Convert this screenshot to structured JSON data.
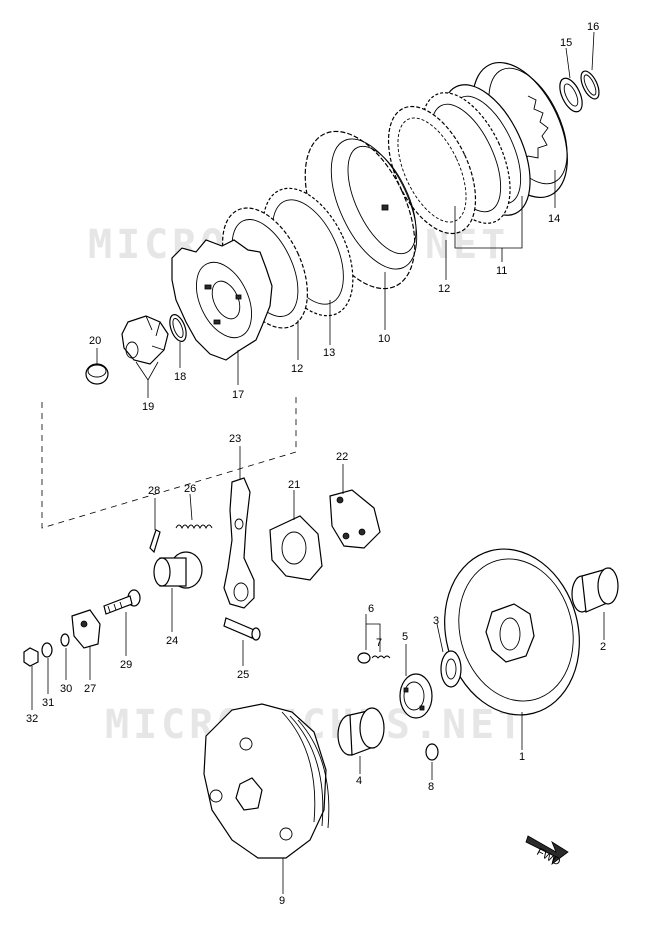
{
  "watermark": "MICROFICHES.NET",
  "fwd_label": "FWD",
  "callouts": [
    "1",
    "2",
    "3",
    "4",
    "5",
    "6",
    "7",
    "8",
    "9",
    "10",
    "11",
    "12",
    "12",
    "13",
    "14",
    "15",
    "16",
    "17",
    "18",
    "19",
    "20",
    "21",
    "22",
    "23",
    "24",
    "25",
    "26",
    "27",
    "28",
    "29",
    "30",
    "31",
    "32"
  ]
}
